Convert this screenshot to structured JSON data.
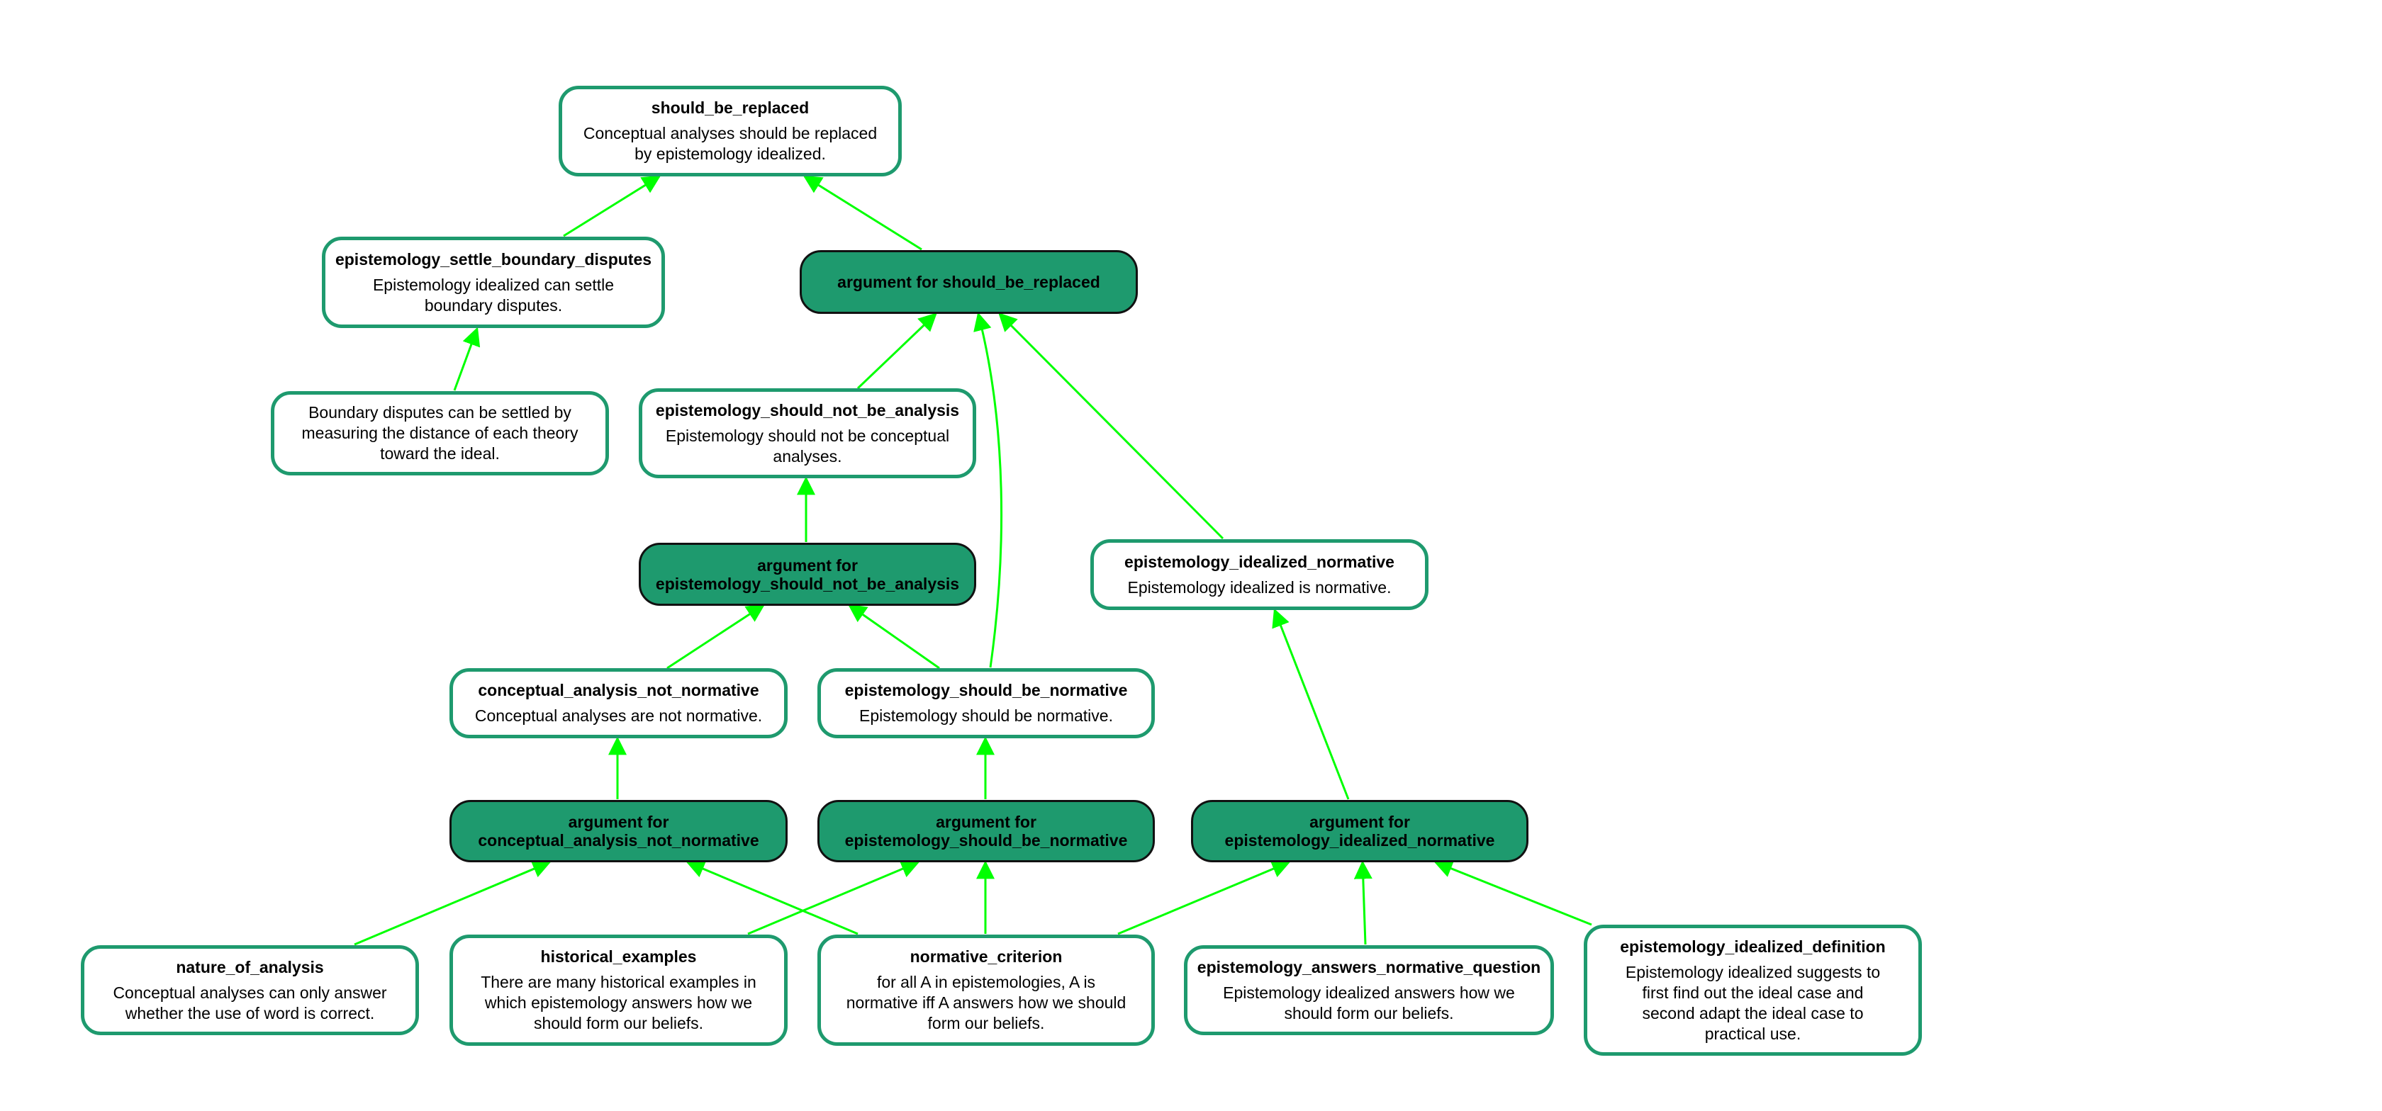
{
  "colors": {
    "node_border": "#1e9a6e",
    "argument_fill": "#1e9a6e",
    "argument_border": "#111111",
    "edge": "#00ff00"
  },
  "nodes": {
    "should_be_replaced": {
      "title": "should_be_replaced",
      "text": "Conceptual analyses should be replaced\nby epistemology idealized."
    },
    "epistemology_settle_boundary_disputes": {
      "title": "epistemology_settle_boundary_disputes",
      "text": "Epistemology idealized can settle\nboundary disputes."
    },
    "boundary_disputes_premise": {
      "text": "Boundary disputes can be settled by\nmeasuring the distance of each theory\ntoward the ideal."
    },
    "arg_should_be_replaced": {
      "title": "argument for should_be_replaced"
    },
    "epistemology_should_not_be_analysis": {
      "title": "epistemology_should_not_be_analysis",
      "text": "Epistemology should not be conceptual\nanalyses."
    },
    "arg_epistemology_should_not_be_analysis": {
      "title": "argument for\nepistemology_should_not_be_analysis"
    },
    "epistemology_idealized_normative": {
      "title": "epistemology_idealized_normative",
      "text": "Epistemology idealized is normative."
    },
    "conceptual_analysis_not_normative": {
      "title": "conceptual_analysis_not_normative",
      "text": "Conceptual analyses are not normative."
    },
    "epistemology_should_be_normative": {
      "title": "epistemology_should_be_normative",
      "text": "Epistemology should be normative."
    },
    "arg_conceptual_analysis_not_normative": {
      "title": "argument for\nconceptual_analysis_not_normative"
    },
    "arg_epistemology_should_be_normative": {
      "title": "argument for\nepistemology_should_be_normative"
    },
    "arg_epistemology_idealized_normative": {
      "title": "argument for\nepistemology_idealized_normative"
    },
    "nature_of_analysis": {
      "title": "nature_of_analysis",
      "text": "Conceptual analyses can only answer\nwhether the use of word is correct."
    },
    "historical_examples": {
      "title": "historical_examples",
      "text": "There are many historical examples in\nwhich epistemology answers how we\nshould form our beliefs."
    },
    "normative_criterion": {
      "title": "normative_criterion",
      "text": "for all A in epistemologies, A is\nnormative iff A answers how we should\nform our beliefs."
    },
    "epistemology_answers_normative_question": {
      "title": "epistemology_answers_normative_question",
      "text": "Epistemology idealized answers how we\nshould form our beliefs."
    },
    "epistemology_idealized_definition": {
      "title": "epistemology_idealized_definition",
      "text": "Epistemology idealized suggests to\nfirst find out the ideal case and\nsecond adapt the ideal case to\npractical use."
    }
  }
}
